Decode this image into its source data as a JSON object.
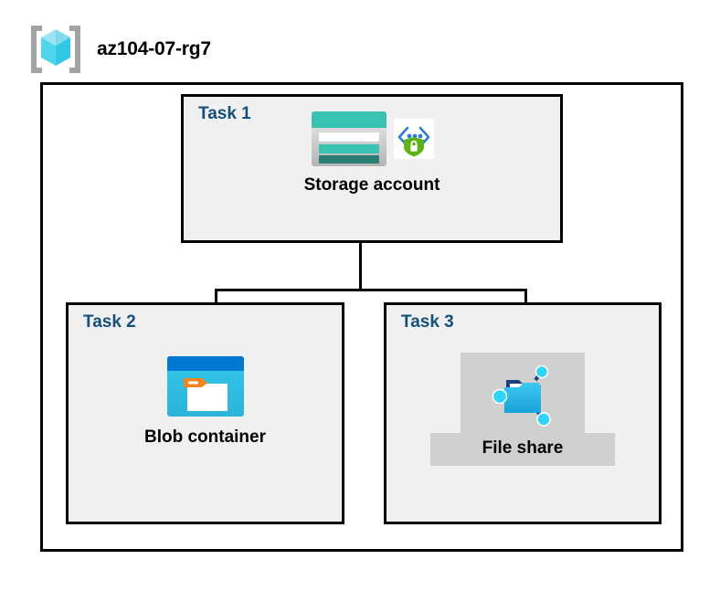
{
  "header": {
    "title": "az104-07-rg7",
    "icon": "resource-group-icon"
  },
  "diagram": {
    "type": "azure-architecture",
    "container_name": "az104-07-rg7",
    "tasks": [
      {
        "id": "task1",
        "label": "Task 1",
        "caption": "Storage account",
        "icons": [
          "storage-account-icon",
          "secure-encryption-icon"
        ],
        "highlighted": false
      },
      {
        "id": "task2",
        "label": "Task 2",
        "caption": "Blob container",
        "icons": [
          "blob-container-icon"
        ],
        "highlighted": false
      },
      {
        "id": "task3",
        "label": "Task 3",
        "caption": "File share",
        "icons": [
          "file-share-icon"
        ],
        "highlighted": true
      }
    ],
    "connections": [
      {
        "from": "task1",
        "to": "task2"
      },
      {
        "from": "task1",
        "to": "task3"
      }
    ]
  },
  "colors": {
    "task_label": "#15507b",
    "box_fill": "#f0f0f0",
    "box_border": "#000000",
    "page_background": "#ffffff",
    "highlight": "#d0d0d0",
    "azure_blue": "#0078d4",
    "azure_cyan": "#32bedd",
    "storage_teal": "#37c2b1",
    "storage_teal_dark": "#2a7d72",
    "accent_orange": "#f2851f",
    "secure_green": "#5eb215"
  }
}
